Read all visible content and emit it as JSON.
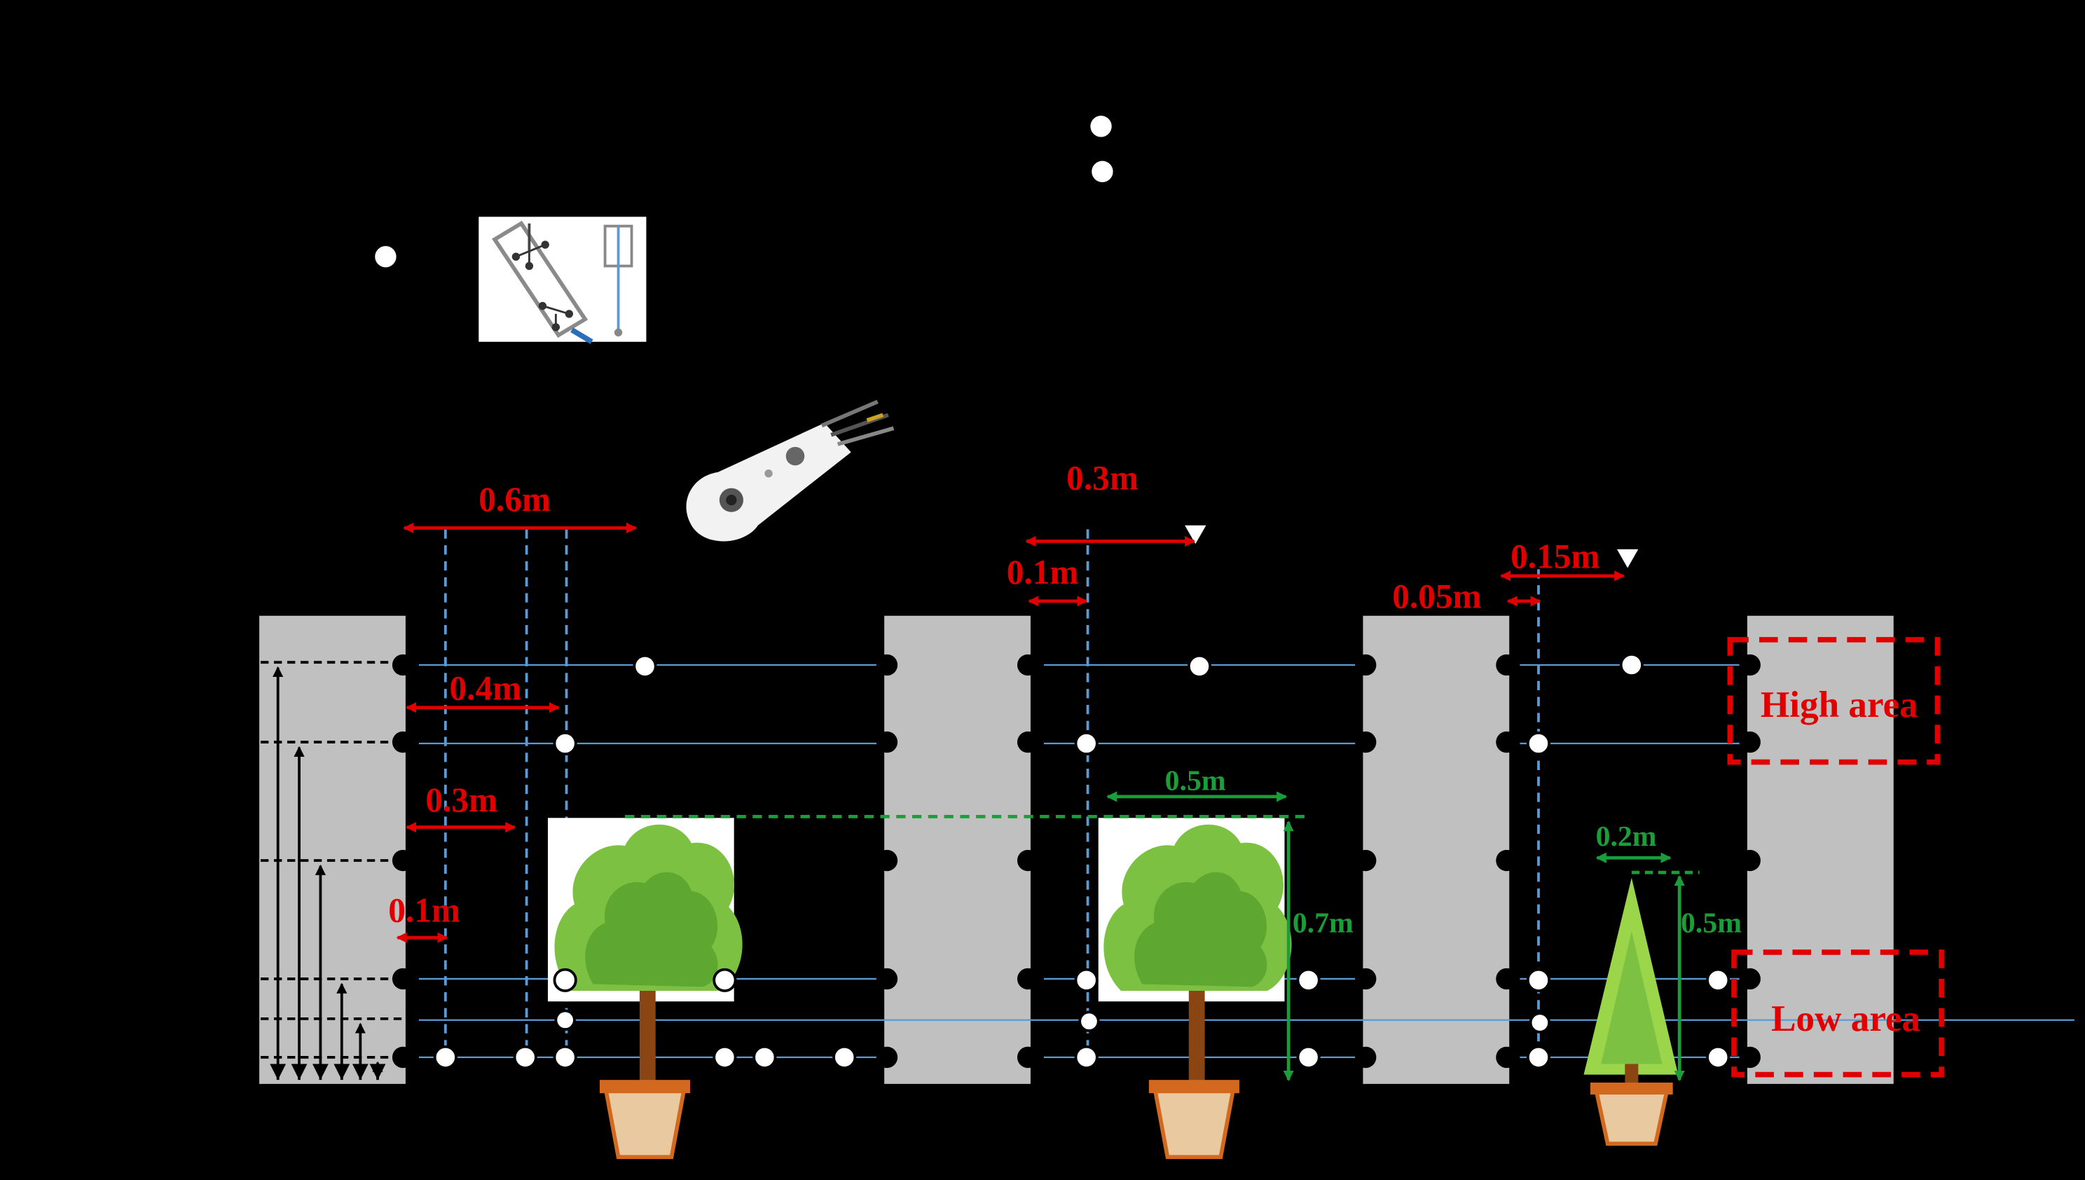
{
  "dimension_labels": {
    "d_0_6m": "0.6m",
    "d_0_4m": "0.4m",
    "d_0_3m_left": "0.3m",
    "d_0_1m_left": "0.1m",
    "d_0_3m_mid": "0.3m",
    "d_0_1m_mid": "0.1m",
    "d_0_15m": "0.15m",
    "d_0_05m": "0.05m",
    "tree1_width": "0.5m",
    "tree1_height": "0.7m",
    "tree2_width": "0.2m",
    "tree2_height": "0.5m"
  },
  "area_labels": {
    "high": "High area",
    "low": "Low area"
  },
  "colors": {
    "background": "#000000",
    "building": "#c0c0c0",
    "dimension_red": "#e00000",
    "dimension_green": "#1a9e3a",
    "probe_line_blue": "#5b9bd5",
    "foliage": "#7dc143",
    "trunk": "#8b4513",
    "pot": "#d2691e"
  },
  "icons": {
    "anemometer_photo": "ultrasonic-anemometer-icon",
    "hotwire_probe": "omnidirectional-probe-icon",
    "marker_triangle": "position-marker-triangle-icon"
  }
}
